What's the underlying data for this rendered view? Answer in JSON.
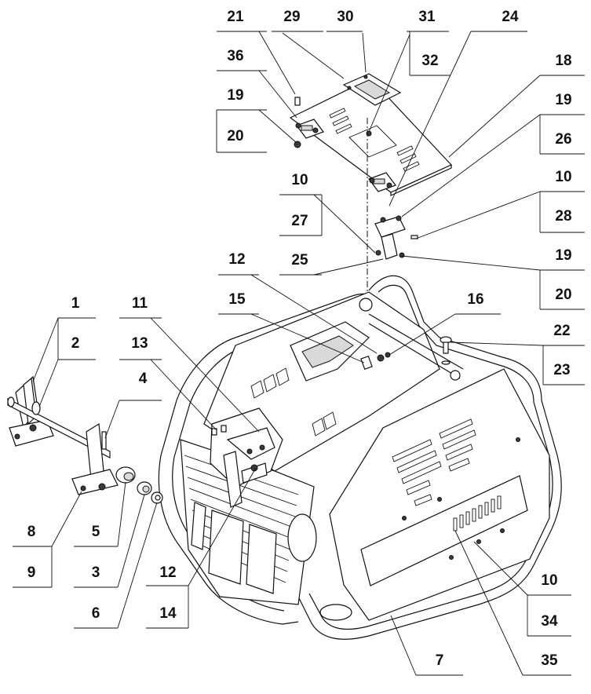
{
  "diagram": {
    "labels": [
      {
        "id": "l1",
        "text": "1"
      },
      {
        "id": "l2",
        "text": "2"
      },
      {
        "id": "l3",
        "text": "3"
      },
      {
        "id": "l4",
        "text": "4"
      },
      {
        "id": "l5",
        "text": "5"
      },
      {
        "id": "l6",
        "text": "6"
      },
      {
        "id": "l7",
        "text": "7"
      },
      {
        "id": "l8",
        "text": "8"
      },
      {
        "id": "l9",
        "text": "9"
      },
      {
        "id": "l10a",
        "text": "10"
      },
      {
        "id": "l10b",
        "text": "10"
      },
      {
        "id": "l10c",
        "text": "10"
      },
      {
        "id": "l11",
        "text": "11"
      },
      {
        "id": "l12a",
        "text": "12"
      },
      {
        "id": "l12b",
        "text": "12"
      },
      {
        "id": "l13",
        "text": "13"
      },
      {
        "id": "l14",
        "text": "14"
      },
      {
        "id": "l15",
        "text": "15"
      },
      {
        "id": "l16",
        "text": "16"
      },
      {
        "id": "l18",
        "text": "18"
      },
      {
        "id": "l19a",
        "text": "19"
      },
      {
        "id": "l19b",
        "text": "19"
      },
      {
        "id": "l19c",
        "text": "19"
      },
      {
        "id": "l20a",
        "text": "20"
      },
      {
        "id": "l20b",
        "text": "20"
      },
      {
        "id": "l21",
        "text": "21"
      },
      {
        "id": "l22",
        "text": "22"
      },
      {
        "id": "l23",
        "text": "23"
      },
      {
        "id": "l24",
        "text": "24"
      },
      {
        "id": "l25",
        "text": "25"
      },
      {
        "id": "l26",
        "text": "26"
      },
      {
        "id": "l27",
        "text": "27"
      },
      {
        "id": "l28",
        "text": "28"
      },
      {
        "id": "l29",
        "text": "29"
      },
      {
        "id": "l30",
        "text": "30"
      },
      {
        "id": "l31",
        "text": "31"
      },
      {
        "id": "l32",
        "text": "32"
      },
      {
        "id": "l34",
        "text": "34"
      },
      {
        "id": "l35",
        "text": "35"
      },
      {
        "id": "l36",
        "text": "36"
      }
    ]
  }
}
